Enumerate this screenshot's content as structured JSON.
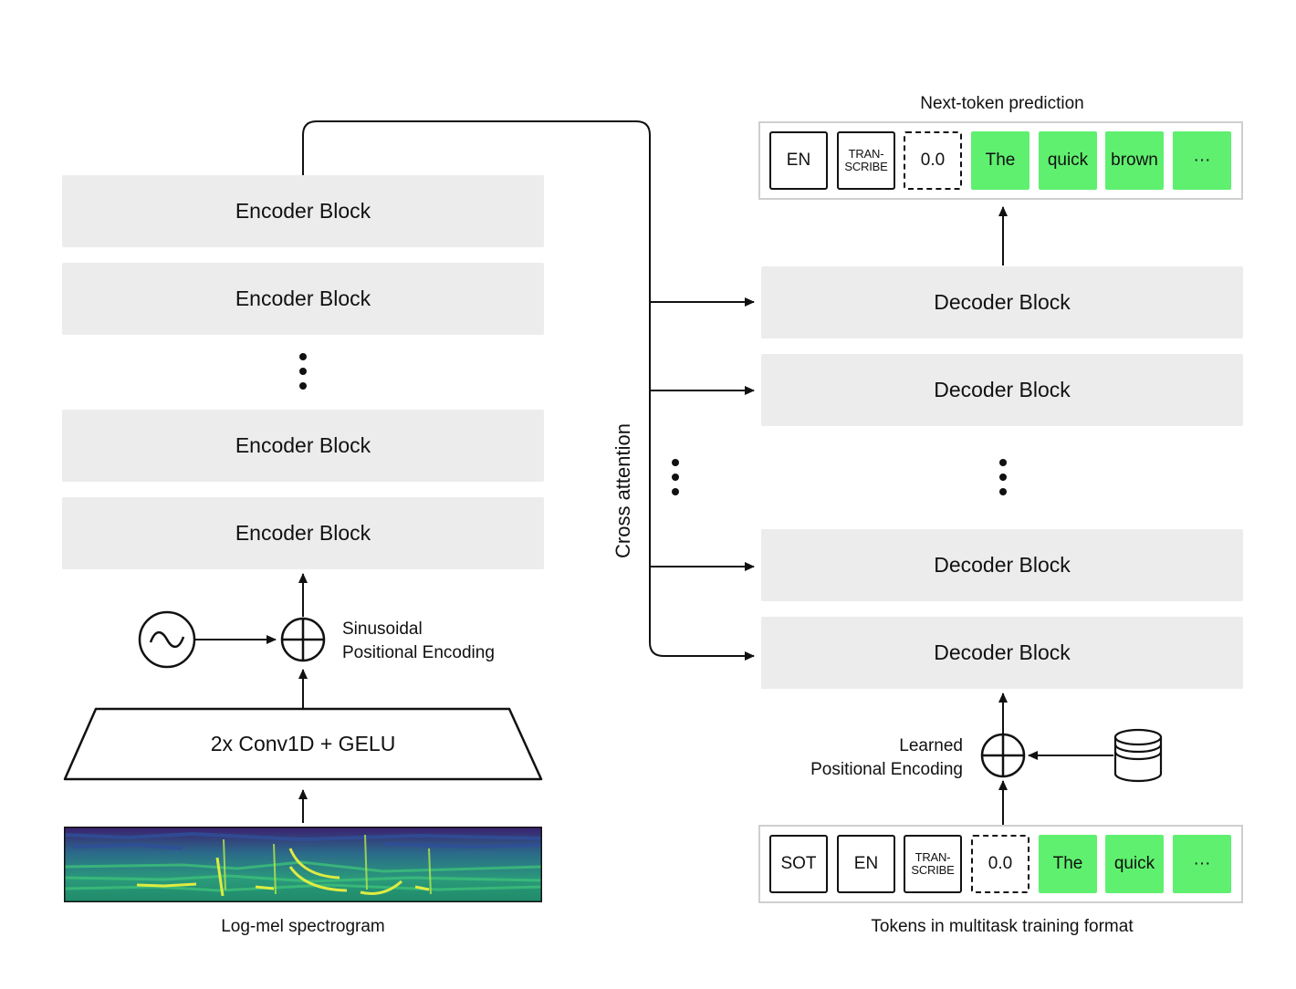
{
  "encoder": {
    "blocks": [
      "Encoder Block",
      "Encoder Block",
      "Encoder Block",
      "Encoder Block"
    ],
    "conv_label": "2x Conv1D + GELU",
    "sinusoidal_label_line1": "Sinusoidal",
    "sinusoidal_label_line2": "Positional Encoding",
    "input_label": "Log-mel spectrogram"
  },
  "cross_attention_label": "Cross attention",
  "decoder": {
    "blocks": [
      "Decoder Block",
      "Decoder Block",
      "Decoder Block",
      "Decoder Block"
    ],
    "learned_label_line1": "Learned",
    "learned_label_line2": "Positional Encoding",
    "output_label": "Next-token prediction",
    "input_label": "Tokens in multitask training format"
  },
  "output_tokens": [
    {
      "text": "EN",
      "style": "plain"
    },
    {
      "text_line1": "TRAN-",
      "text_line2": "SCRIBE",
      "style": "plain-small"
    },
    {
      "text": "0.0",
      "style": "dashed"
    },
    {
      "text": "The",
      "style": "green"
    },
    {
      "text": "quick",
      "style": "green"
    },
    {
      "text": "brown",
      "style": "green"
    },
    {
      "text": "···",
      "style": "green"
    }
  ],
  "input_tokens": [
    {
      "text": "SOT",
      "style": "plain"
    },
    {
      "text": "EN",
      "style": "plain"
    },
    {
      "text_line1": "TRAN-",
      "text_line2": "SCRIBE",
      "style": "plain-small"
    },
    {
      "text": "0.0",
      "style": "dashed"
    },
    {
      "text": "The",
      "style": "green"
    },
    {
      "text": "quick",
      "style": "green"
    },
    {
      "text": "···",
      "style": "green"
    }
  ],
  "colors": {
    "block_bg": "#ececec",
    "token_green": "#5ff06f",
    "line": "#111111"
  }
}
